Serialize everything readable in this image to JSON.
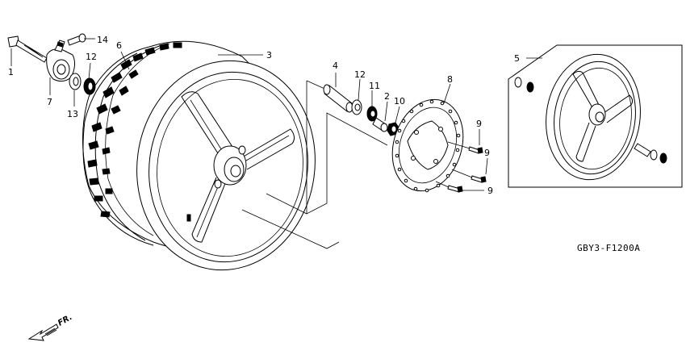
{
  "callouts": [
    {
      "id": "c1",
      "text": "1"
    },
    {
      "id": "c7",
      "text": "7"
    },
    {
      "id": "c14",
      "text": "14"
    },
    {
      "id": "c6",
      "text": "6"
    },
    {
      "id": "c12a",
      "text": "12"
    },
    {
      "id": "c13",
      "text": "13"
    },
    {
      "id": "c3",
      "text": "3"
    },
    {
      "id": "c4",
      "text": "4"
    },
    {
      "id": "c12b",
      "text": "12"
    },
    {
      "id": "c11",
      "text": "11"
    },
    {
      "id": "c2",
      "text": "2"
    },
    {
      "id": "c10",
      "text": "10"
    },
    {
      "id": "c8",
      "text": "8"
    },
    {
      "id": "c9a",
      "text": "9"
    },
    {
      "id": "c9b",
      "text": "9"
    },
    {
      "id": "c9c",
      "text": "9"
    },
    {
      "id": "c5",
      "text": "5"
    }
  ],
  "diagram_code": "GBY3-F1200A",
  "direction_label": "FR."
}
